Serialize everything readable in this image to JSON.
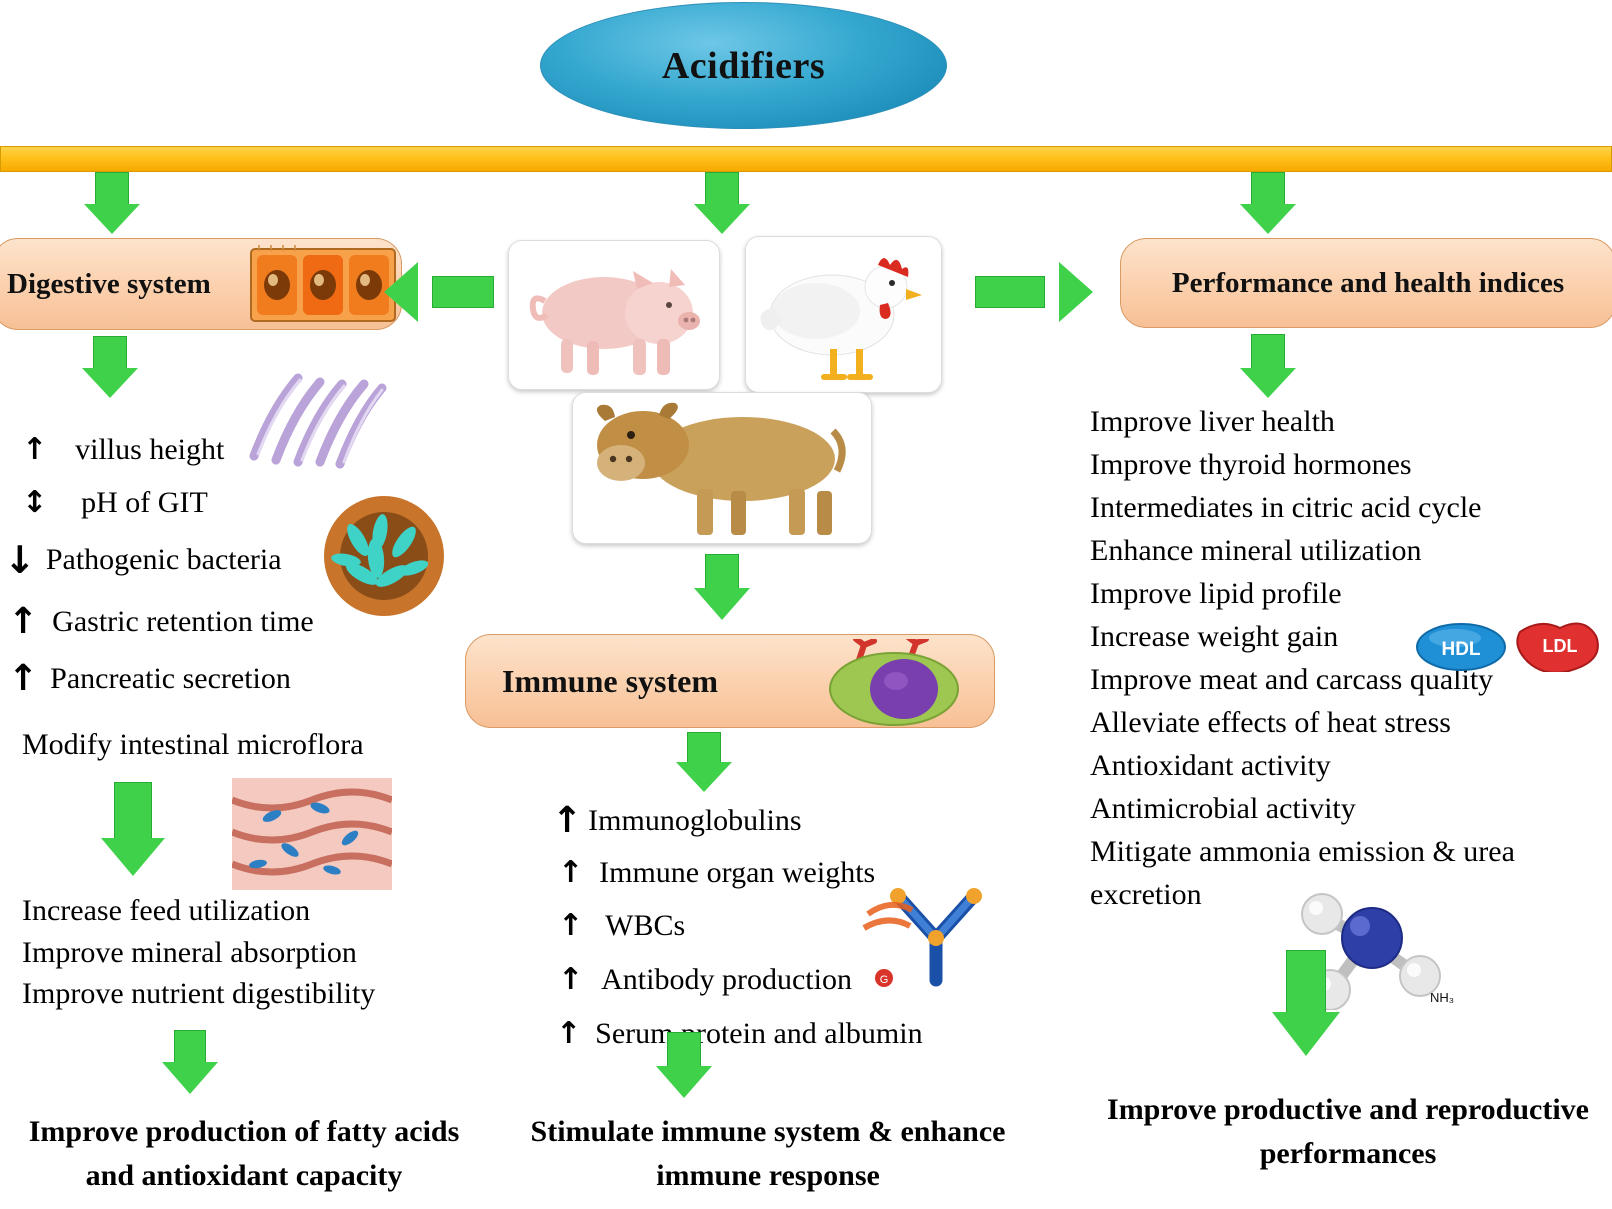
{
  "title": {
    "label": "Acidifiers"
  },
  "boxes": {
    "digestive": "Digestive system",
    "immune": "Immune system",
    "performance": "Performance and health indices"
  },
  "animals": [
    {
      "name": "pig-photo",
      "label": "pig"
    },
    {
      "name": "chicken-photo",
      "label": "chicken"
    },
    {
      "name": "calf-photo",
      "label": "calf"
    }
  ],
  "digestive_effects": [
    {
      "arrow": "up",
      "glyph": "↑",
      "label": "villus height"
    },
    {
      "arrow": "updown",
      "glyph": "↕",
      "label": "pH of GIT"
    },
    {
      "arrow": "down",
      "glyph": "↓",
      "label": "Pathogenic bacteria"
    },
    {
      "arrow": "up",
      "glyph": "↑",
      "label": "Gastric retention time"
    },
    {
      "arrow": "up",
      "glyph": "↑",
      "label": "Pancreatic secretion"
    },
    {
      "arrow": "none",
      "glyph": "",
      "label": "Modify intestinal microflora"
    }
  ],
  "digestive_outcomes": [
    "Increase feed utilization",
    "Improve mineral absorption",
    "Improve nutrient digestibility"
  ],
  "digestive_footer": "Improve production of fatty acids and antioxidant capacity",
  "immune_effects": [
    {
      "glyph": "↑",
      "label": "Immunoglobulins"
    },
    {
      "glyph": "↑",
      "label": "Immune organ weights"
    },
    {
      "glyph": "↑",
      "label": "WBCs"
    },
    {
      "glyph": "↑",
      "label": "Antibody production"
    },
    {
      "glyph": "↑",
      "label": "Serum protein and albumin"
    }
  ],
  "immune_footer": "Stimulate immune system & enhance immune response",
  "performance_effects": [
    "Improve liver health",
    "Improve thyroid hormones",
    "Intermediates in citric acid cycle",
    "Enhance mineral utilization",
    "Improve lipid profile",
    "Increase weight gain",
    "Improve meat and carcass quality",
    "Alleviate effects of heat stress",
    "Antioxidant activity",
    "Antimicrobial activity",
    "Mitigate ammonia emission & urea",
    "excretion"
  ],
  "performance_footer": "Improve productive and reproductive performances",
  "badges": {
    "hdl": "HDL",
    "ldl": "LDL",
    "nh3": "NH₃"
  },
  "colors": {
    "ellipse": "#35a8d0",
    "bar": "#ffc31e",
    "arrow": "#3fd14a",
    "box": "#fbd0ad",
    "hdl": "#1f8fd6",
    "ldl": "#e03030"
  }
}
